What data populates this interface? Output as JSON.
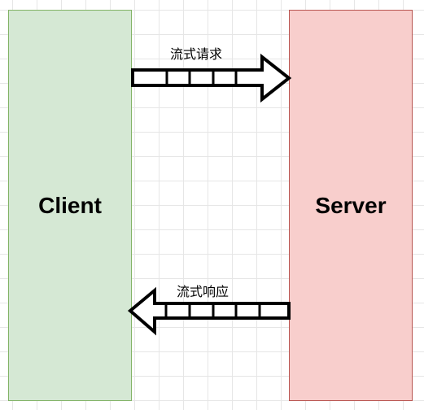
{
  "nodes": {
    "client": {
      "label": "Client",
      "fill": "#d5e8d4",
      "stroke": "#82b366"
    },
    "server": {
      "label": "Server",
      "fill": "#f8cecc",
      "stroke": "#b85450"
    }
  },
  "edges": {
    "request": {
      "label": "流式请求",
      "from": "client",
      "to": "server"
    },
    "response": {
      "label": "流式响应",
      "from": "server",
      "to": "client"
    }
  },
  "colors": {
    "grid": "#e6e6e6",
    "arrow_stroke": "#000000",
    "arrow_fill": "#ffffff"
  }
}
